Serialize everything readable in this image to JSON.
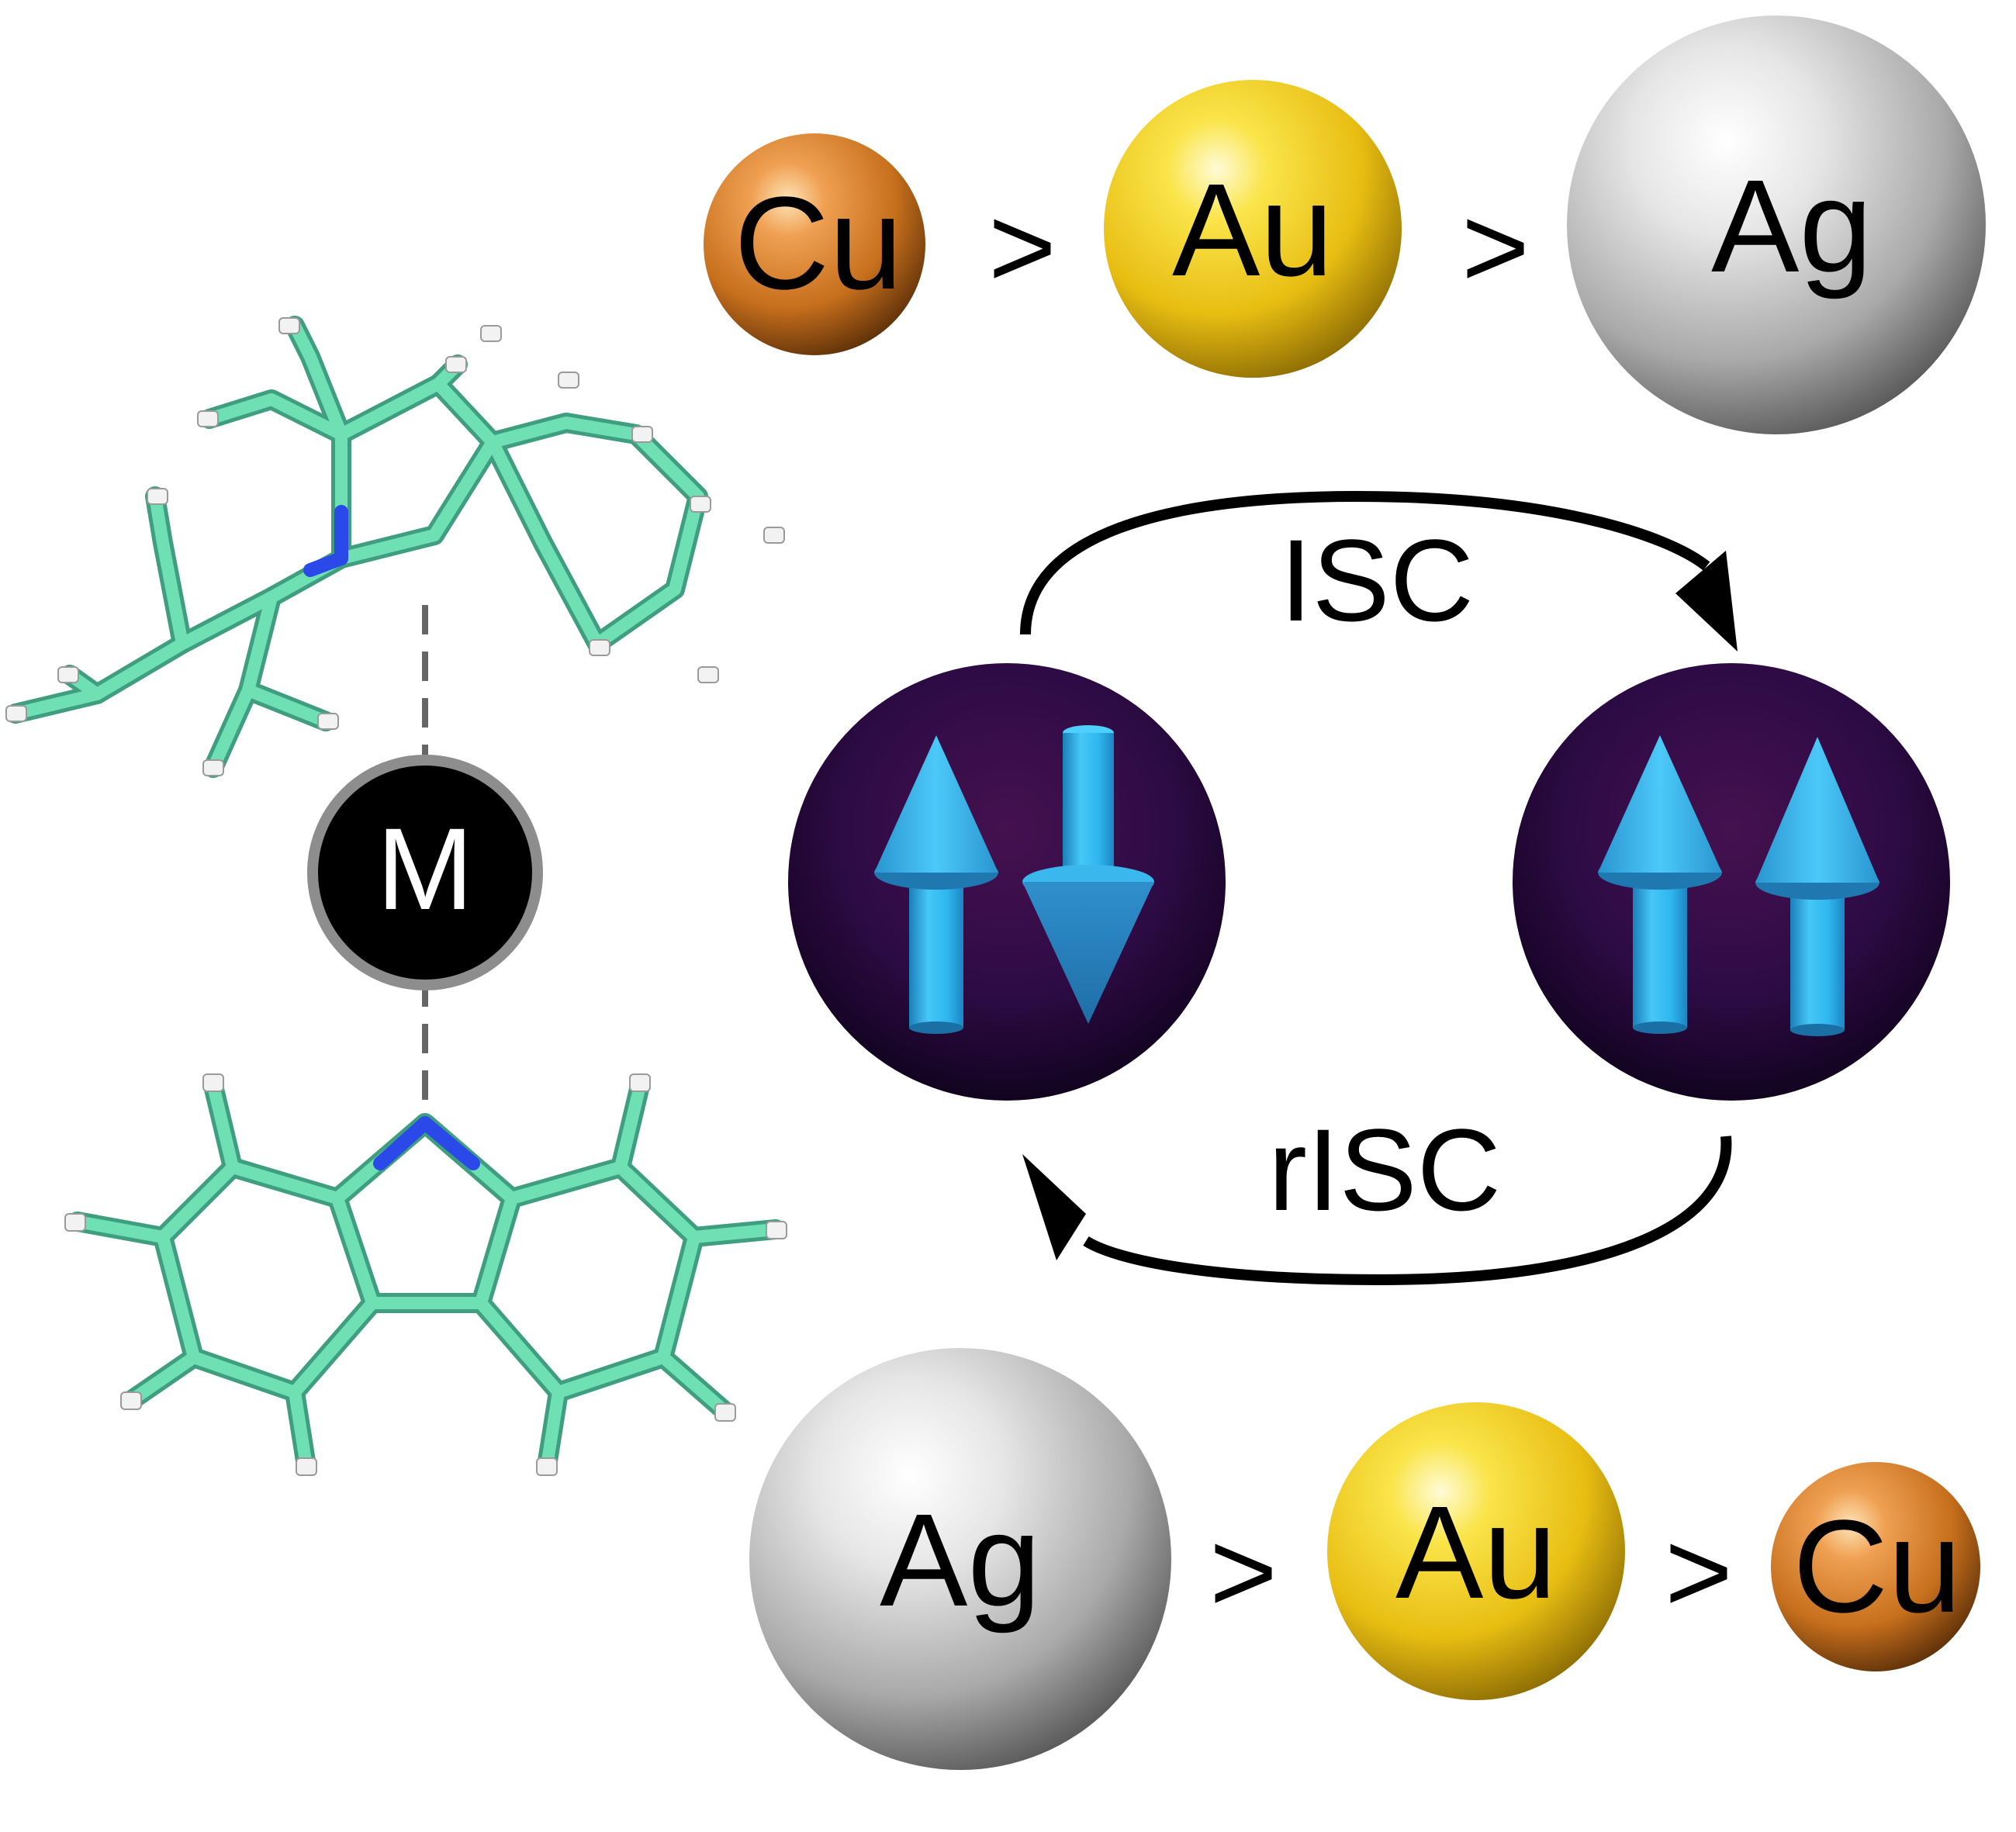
{
  "top_series": {
    "spheres": [
      {
        "symbol": "Cu",
        "color": "copper"
      },
      {
        "symbol": "Au",
        "color": "gold"
      },
      {
        "symbol": "Ag",
        "color": "silver"
      }
    ],
    "separators": [
      ">",
      ">"
    ]
  },
  "bottom_series": {
    "spheres": [
      {
        "symbol": "Ag",
        "color": "silver"
      },
      {
        "symbol": "Au",
        "color": "gold"
      },
      {
        "symbol": "Cu",
        "color": "copper"
      }
    ],
    "separators": [
      ">",
      ">"
    ]
  },
  "metal_center": {
    "label": "M"
  },
  "cycle": {
    "forward_label": "ISC",
    "reverse_label": "rISC",
    "singlet_state_icon": "spin-up-down-icon",
    "triplet_state_icon": "spin-up-up-icon"
  },
  "colors": {
    "copper": "#c66f1c",
    "gold": "#ecc113",
    "silver": "#a9a9a9",
    "state_sphere": "#2e0b45",
    "spin_arrow": "#2fb7ee",
    "bond": "#6fe0b4",
    "nitrogen": "#2b49e8",
    "hydrogen": "#f2f2f2"
  }
}
